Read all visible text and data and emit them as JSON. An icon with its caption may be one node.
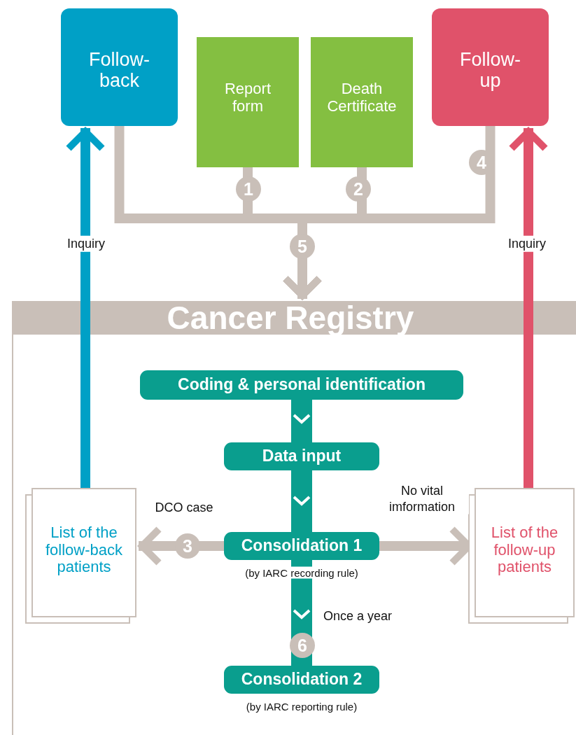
{
  "diagram": {
    "nodes": [
      {
        "text": [
          "Follow-back"
        ]
      },
      {
        "text": [
          "Report form"
        ]
      },
      {
        "text": [
          "Death Certificate"
        ]
      },
      {
        "text": [
          "Follow-up"
        ]
      },
      {
        "text": [
          "Cancer Registry"
        ]
      },
      {
        "text": [
          "Coding & personal identification"
        ],
        "in": 4
      },
      {
        "text": [
          "Data input"
        ],
        "in": 4
      },
      {
        "text": [
          "Consolidation 1"
        ],
        "in": 4,
        "beside": [
          "(by IARC recording rule)"
        ]
      },
      {
        "text": [
          "Consolidation 2"
        ],
        "in": 4,
        "beside": [
          "(by IARC reporting rule)"
        ]
      },
      {
        "text": [
          "List of the follow-back patients"
        ],
        "in": 4
      },
      {
        "text": [
          "List of the follow-up patients"
        ],
        "in": 4
      }
    ],
    "edges": [
      {
        "from": 0,
        "to": 4,
        "arrow": "to"
      },
      {
        "from": 1,
        "to": 4,
        "arrow": "to"
      },
      {
        "from": 2,
        "to": 4,
        "arrow": "to"
      },
      {
        "from": 3,
        "to": 4,
        "arrow": "to"
      },
      {
        "from": 5,
        "to": 6,
        "arrow": "to",
        "style": "thick",
        "color": "#0a9e8e"
      },
      {
        "from": 6,
        "to": 7,
        "arrow": "to",
        "style": "thick",
        "color": "#0a9e8e"
      },
      {
        "from": 7,
        "to": 8,
        "arrow": "to",
        "style": "thick",
        "label": "Once a year",
        "color": "#0a9e8e"
      },
      {
        "from": 7,
        "to": 9,
        "arrow": "to",
        "label": "DCO case"
      },
      {
        "from": 7,
        "to": 10,
        "arrow": "to",
        "label": "No vital imformation"
      },
      {
        "from": 9,
        "to": 0,
        "arrow": "to",
        "label": "Inquiry",
        "color": "#00a0c6"
      },
      {
        "from": 10,
        "to": 3,
        "arrow": "to",
        "label": "Inquiry",
        "color": "#e0526a"
      }
    ],
    "labels": [
      "4",
      "1",
      "2",
      "5",
      "3",
      "6"
    ]
  }
}
